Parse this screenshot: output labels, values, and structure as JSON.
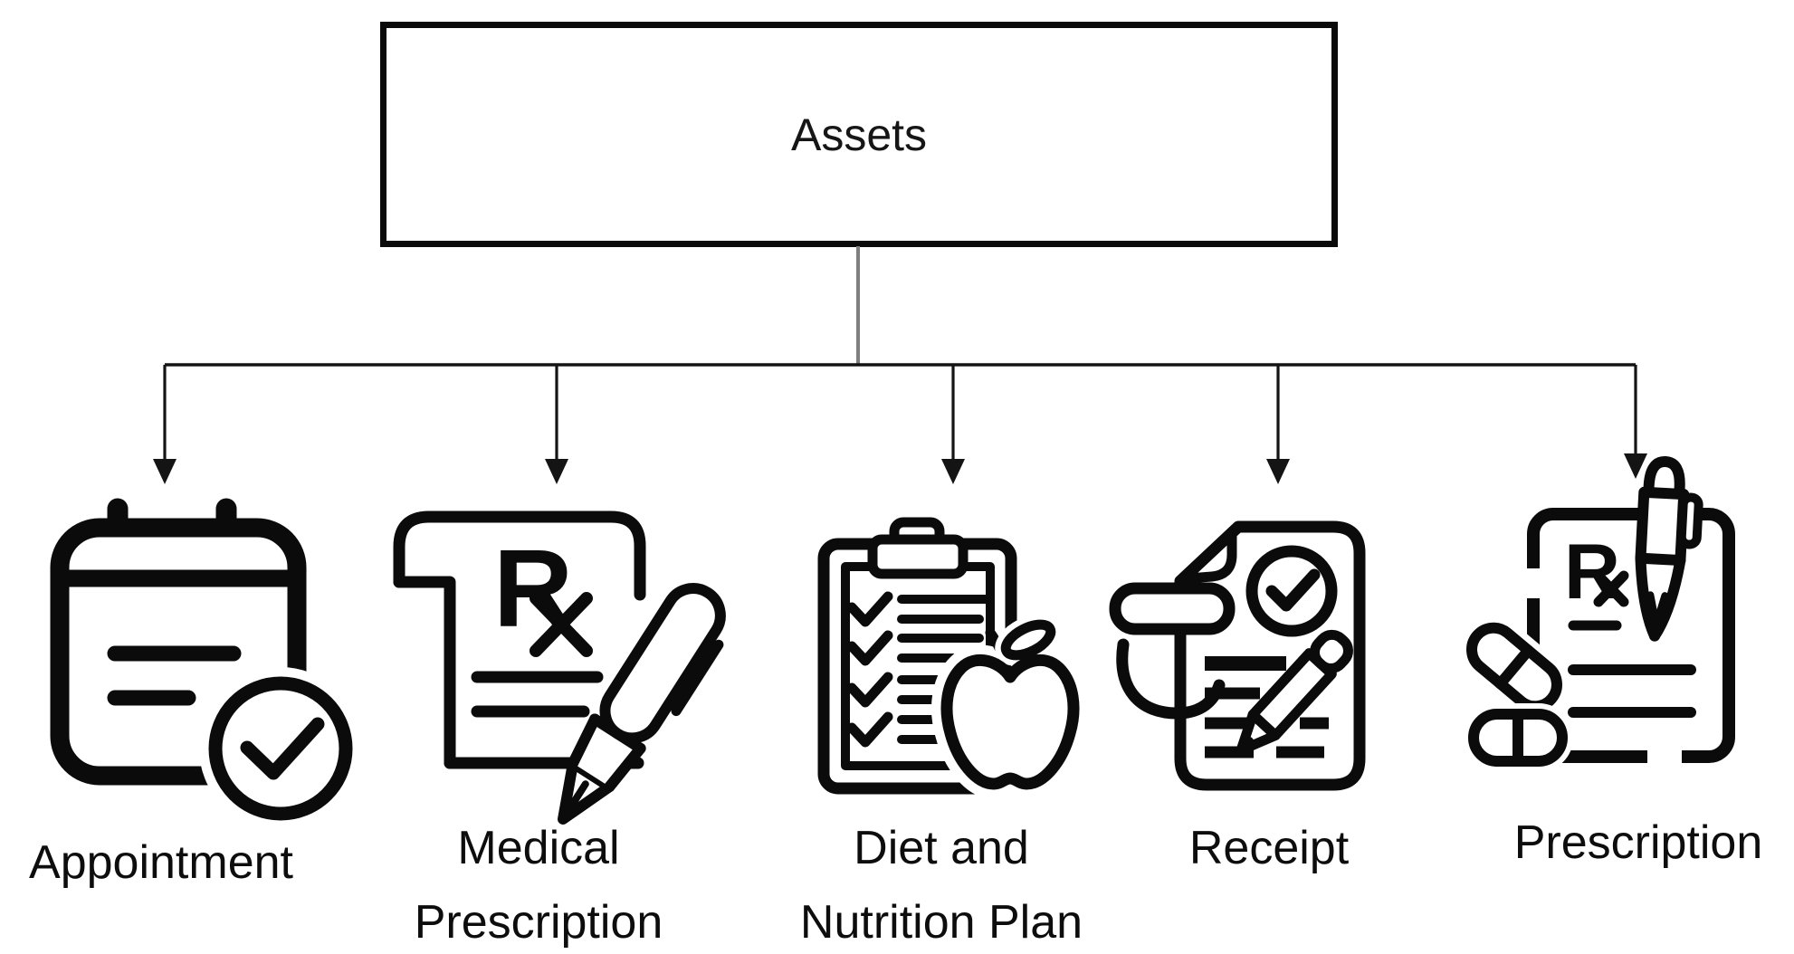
{
  "diagram": {
    "root": {
      "label": "Assets"
    },
    "items": [
      {
        "id": "appointment",
        "icon": "calendar-check-icon",
        "label_line1": "Appointment",
        "label_line2": ""
      },
      {
        "id": "medical-prescription",
        "icon": "rx-scroll-pen-icon",
        "rx_letter": "R",
        "label_line1": "Medical",
        "label_line2": "Prescription"
      },
      {
        "id": "diet-nutrition-plan",
        "icon": "clipboard-checklist-apple-icon",
        "label_line1": "Diet and",
        "label_line2": "Nutrition Plan"
      },
      {
        "id": "receipt",
        "icon": "receipt-hand-check-pencil-icon",
        "label_line1": "Receipt",
        "label_line2": ""
      },
      {
        "id": "prescription",
        "icon": "rx-paper-pen-pills-icon",
        "rx_letter": "R",
        "label_line1": "Prescription",
        "label_line2": ""
      }
    ],
    "colors": {
      "ink": "#0a0a0a",
      "line_black": "#141414",
      "connector_gray": "#7f7f7f",
      "background": "#ffffff"
    }
  }
}
